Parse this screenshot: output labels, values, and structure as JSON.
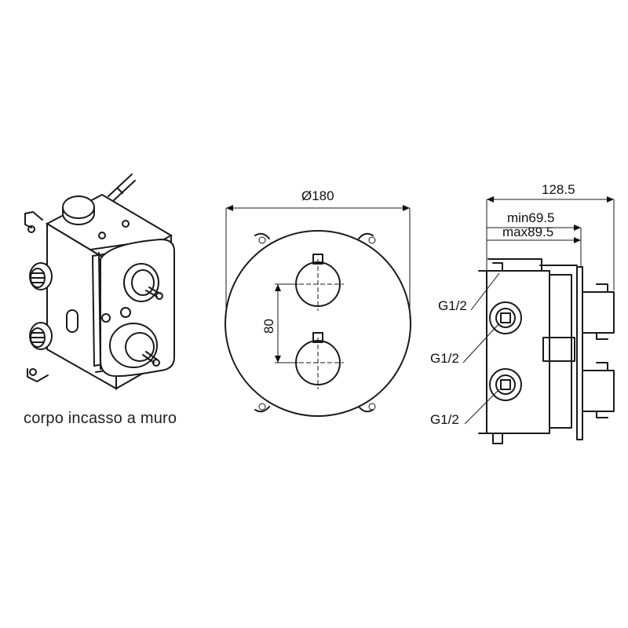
{
  "caption": "corpo incasso a muro",
  "front_view": {
    "diameter_label": "Ø180",
    "spacing_label": "80"
  },
  "side_view": {
    "depth_label": "128.5",
    "min_label": "min69.5",
    "max_label": "max89.5",
    "connections": [
      "G1/2",
      "G1/2",
      "G1/2"
    ]
  }
}
